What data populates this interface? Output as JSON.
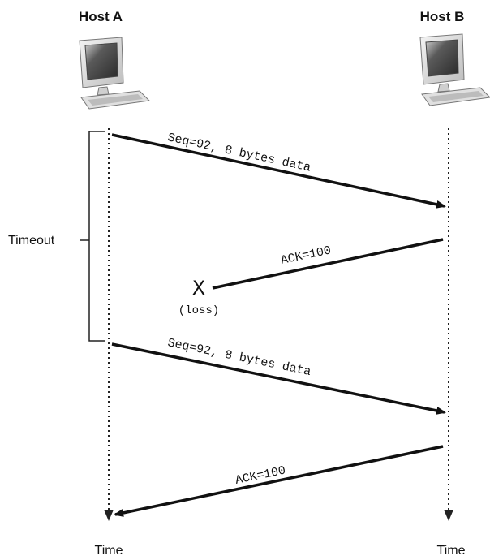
{
  "hosts": {
    "a": {
      "label": "Host A"
    },
    "b": {
      "label": "Host B"
    }
  },
  "time_labels": {
    "a": "Time",
    "b": "Time"
  },
  "timeout_label": "Timeout",
  "messages": [
    {
      "label": "Seq=92, 8 bytes data",
      "from": "Host A",
      "to": "Host B"
    },
    {
      "label": "ACK=100",
      "from": "Host B",
      "to": "Host A",
      "lost": true
    },
    {
      "label": "Seq=92, 8 bytes data",
      "from": "Host A",
      "to": "Host B"
    },
    {
      "label": "ACK=100",
      "from": "Host B",
      "to": "Host A"
    }
  ],
  "loss": {
    "marker": "X",
    "label": "(loss)"
  },
  "icons": {
    "host": "desktop-computer-icon"
  }
}
